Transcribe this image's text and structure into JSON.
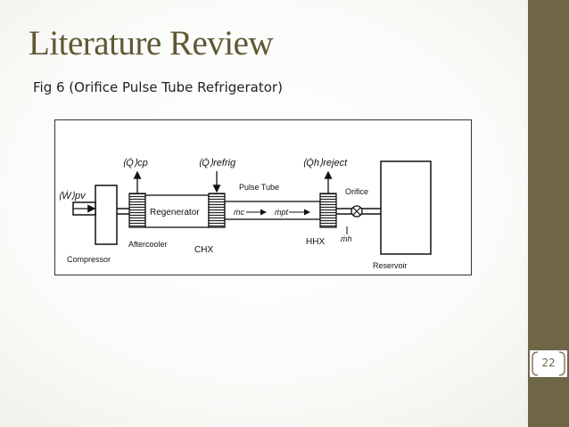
{
  "slide": {
    "title": "Literature Review",
    "subtitle": "Fig 6 (Orifice Pulse Tube Refrigerator)",
    "page_number": "22",
    "colors": {
      "title": "#5e5834",
      "sidebar": "#6f6648"
    }
  },
  "diagram": {
    "labels": {
      "work_input": "⟨Ẇ⟩pv",
      "q_cp": "⟨Q̇⟩cp",
      "q_refrig": "⟨Q̇⟩refrig",
      "q_reject": "⟨Q̇h⟩reject",
      "pulse_tube": "Pulse Tube",
      "orifice": "Orifice",
      "regenerator": "Regenerator",
      "aftercooler": "Aftercooler",
      "chx": "CHX",
      "hhx": "HHX",
      "compressor": "Compressor",
      "reservoir": "Reservoir",
      "m_c": "ṁc",
      "m_pt": "ṁpt",
      "m_h": "ṁh"
    }
  }
}
